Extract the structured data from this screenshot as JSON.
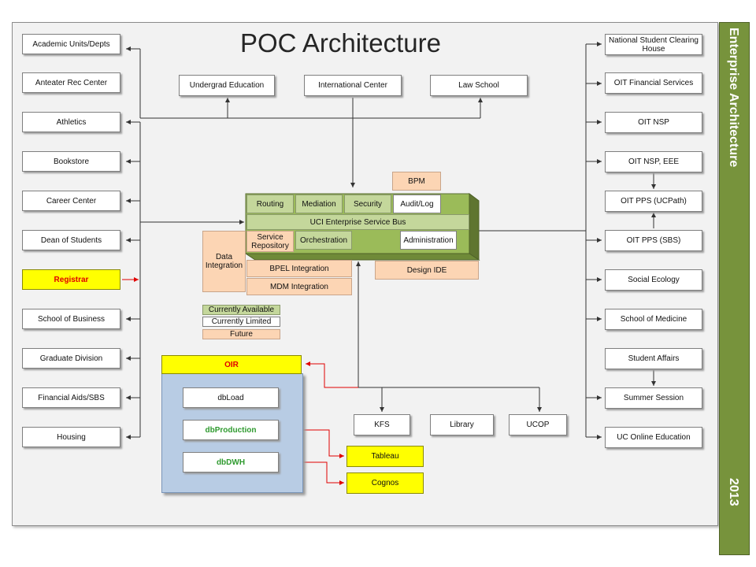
{
  "title": "POC Architecture",
  "sidebar": {
    "title": "Enterprise Architecture",
    "year": "2013"
  },
  "left_units": [
    "Academic Units/Depts",
    "Anteater Rec Center",
    "Athletics",
    "Bookstore",
    "Career Center",
    "Dean of Students",
    "Registrar",
    "School of Business",
    "Graduate Division",
    "Financial Aids/SBS",
    "Housing"
  ],
  "top_units": [
    "Undergrad Education",
    "International Center",
    "Law School"
  ],
  "right_units": [
    "National Student Clearing House",
    "OIT Financial Services",
    "OIT  NSP",
    "OIT  NSP, EEE",
    "OIT  PPS (UCPath)",
    "OIT  PPS (SBS)",
    "Social Ecology",
    "School of Medicine",
    "Student Affairs",
    "Summer Session",
    "UC Online Education"
  ],
  "esb": {
    "bpm": "BPM",
    "routing": "Routing",
    "mediation": "Mediation",
    "security": "Security",
    "audit": "Audit/Log",
    "bus": "UCI Enterprise Service Bus",
    "service_repo": "Service Repository",
    "orchestration": "Orchestration",
    "administration": "Administration",
    "data_integration": "Data Integration",
    "bpel": "BPEL Integration",
    "mdm": "MDM Integration",
    "design_ide": "Design IDE"
  },
  "legend": {
    "available": "Currently Available",
    "limited": "Currently Limited",
    "future": "Future"
  },
  "oir": {
    "title": "OIR",
    "dbload": "dbLoad",
    "dbproduction": "dbProduction",
    "dbdwh": "dbDWH"
  },
  "bottom_units": [
    "KFS",
    "Library",
    "UCOP"
  ],
  "bi_tools": [
    "Tableau",
    "Cognos"
  ],
  "colors": {
    "available": "#c4d79b",
    "future": "#fcd5b4",
    "highlight": "#ffff00",
    "oir_panel": "#b8cce4",
    "sidebar": "#77933c",
    "arrow_red": "#e00000"
  }
}
